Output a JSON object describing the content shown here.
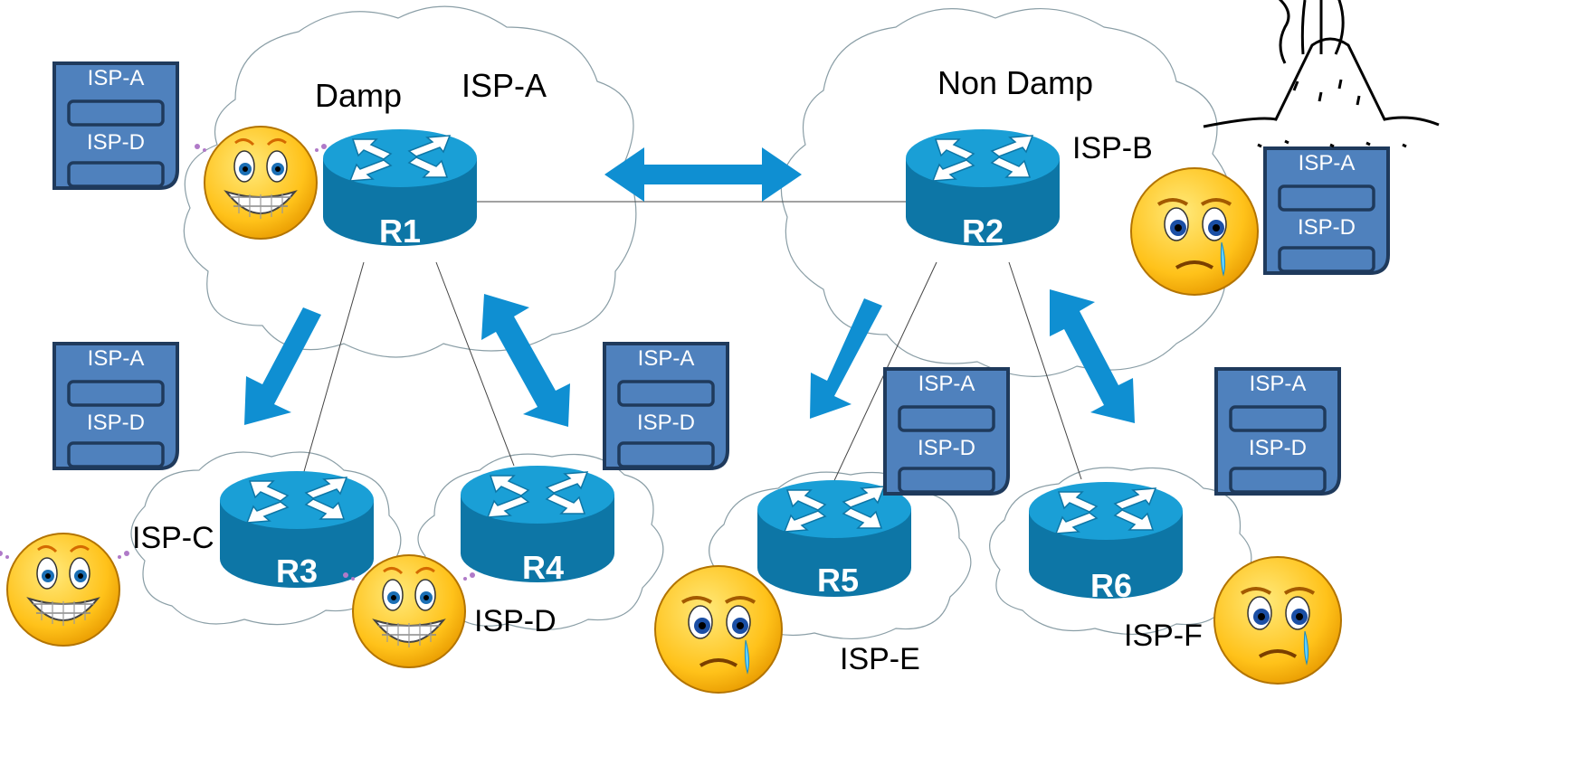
{
  "colors": {
    "router_top": "#1a9fd6",
    "router_body": "#0d76a6",
    "arrow": "#0f8fd2",
    "doc_fill": "#4f81bd",
    "doc_stroke": "#1f3a5c",
    "face_yellow": "#ffd024"
  },
  "labels": {
    "damp": "Damp",
    "isp_a": "ISP-A",
    "non_damp": "Non Damp",
    "isp_b": "ISP-B",
    "isp_c": "ISP-C",
    "isp_d": "ISP-D",
    "isp_e": "ISP-E",
    "isp_f": "ISP-F"
  },
  "routers": {
    "r1": "R1",
    "r2": "R2",
    "r3": "R3",
    "r4": "R4",
    "r5": "R5",
    "r6": "R6"
  },
  "route_table": {
    "row1": "ISP-A",
    "row2": "ISP-D"
  },
  "icons": {
    "happy": "happy-face-icon",
    "sad": "crying-face-icon",
    "volcano": "volcano-icon",
    "router": "router-icon",
    "table": "route-table-icon"
  }
}
